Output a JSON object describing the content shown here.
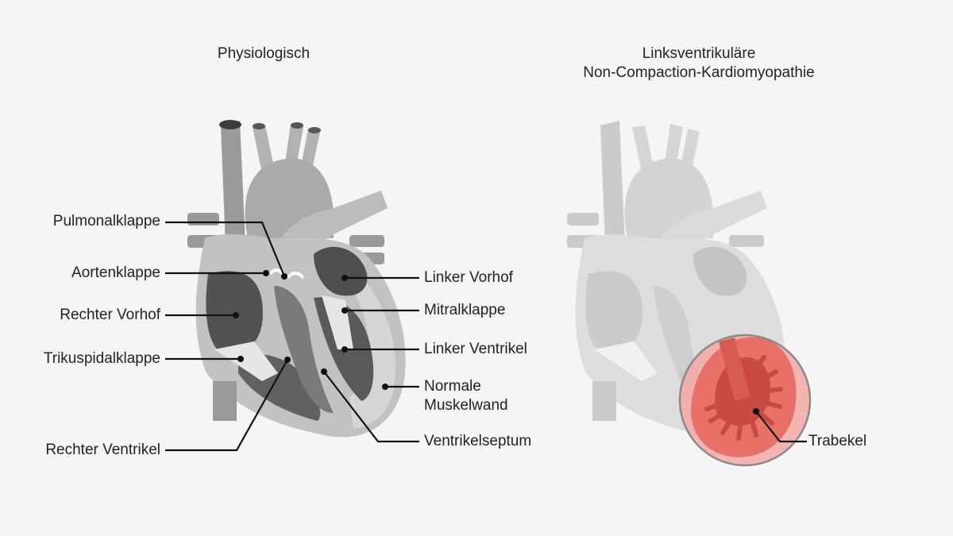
{
  "titles": {
    "left": "Physiologisch",
    "right_line1": "Linksventrikuläre",
    "right_line2": "Non-Compaction-Kardiomyopathie"
  },
  "labels": {
    "pulmonalklappe": "Pulmonalklappe",
    "aortenklappe": "Aortenklappe",
    "rechter_vorhof": "Rechter Vorhof",
    "trikuspidalklappe": "Trikuspidalklappe",
    "rechter_ventrikel": "Rechter Ventrikel",
    "linker_vorhof": "Linker Vorhof",
    "mitralklappe": "Mitralklappe",
    "linker_ventrikel": "Linker Ventrikel",
    "normale_muskelwand_1": "Normale",
    "normale_muskelwand_2": "Muskelwand",
    "ventrikelseptum": "Ventrikelseptum",
    "trabekel": "Trabekel"
  },
  "colors": {
    "background": "#f5f5f5",
    "heart_dark": "#5e5e5e",
    "heart_mid": "#8f8f8f",
    "heart_light": "#c4c4c4",
    "highlight_pink": "#f3a9a3",
    "highlight_red": "#d8534b",
    "leader_line": "#111111"
  }
}
